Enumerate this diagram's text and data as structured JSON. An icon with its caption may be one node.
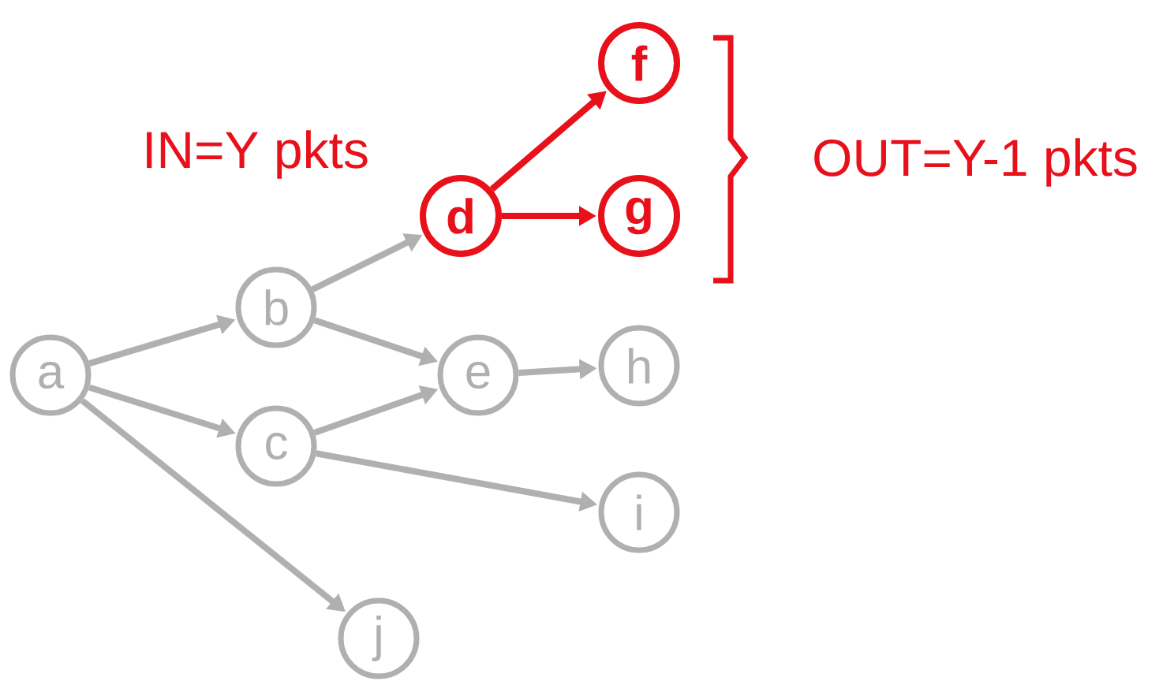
{
  "diagram": {
    "nodes": [
      {
        "text": [
          "a"
        ]
      },
      {
        "text": [
          "b"
        ]
      },
      {
        "text": [
          "c"
        ]
      },
      {
        "text": [
          "d"
        ]
      },
      {
        "text": [
          "e"
        ]
      },
      {
        "text": [
          "f"
        ]
      },
      {
        "text": [
          "g"
        ]
      },
      {
        "text": [
          "h"
        ]
      },
      {
        "text": [
          "i"
        ]
      },
      {
        "text": [
          "j"
        ]
      }
    ],
    "edges": [
      {
        "from": 0,
        "to": 1,
        "arrow": "to"
      },
      {
        "from": 0,
        "to": 2,
        "arrow": "to"
      },
      {
        "from": 0,
        "to": 9,
        "arrow": "to"
      },
      {
        "from": 1,
        "to": 3,
        "arrow": "to"
      },
      {
        "from": 1,
        "to": 4,
        "arrow": "to"
      },
      {
        "from": 2,
        "to": 4,
        "arrow": "to"
      },
      {
        "from": 2,
        "to": 8,
        "arrow": "to"
      },
      {
        "from": 4,
        "to": 7,
        "arrow": "to"
      },
      {
        "from": 3,
        "to": 5,
        "arrow": "to",
        "color": "#e8101a"
      },
      {
        "from": 3,
        "to": 6,
        "arrow": "to",
        "color": "#e8101a"
      }
    ],
    "labels": [
      "IN=Y pkts",
      "OUT=Y-1 pkts"
    ]
  }
}
